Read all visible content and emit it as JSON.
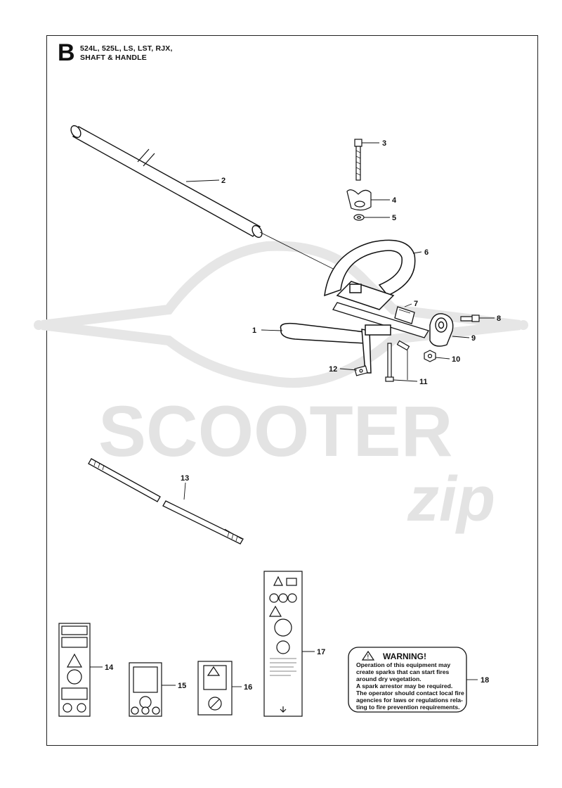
{
  "header": {
    "section_letter": "B",
    "models": "524L, 525L, LS, LST, RJX,",
    "title": "SHAFT & HANDLE"
  },
  "watermark": {
    "brand": "SCOOTER",
    "suffix": "zip",
    "color": "#e3e3e3"
  },
  "callouts": [
    "1",
    "2",
    "3",
    "4",
    "5",
    "6",
    "7",
    "8",
    "9",
    "10",
    "11",
    "12",
    "13",
    "14",
    "15",
    "16",
    "17",
    "18"
  ],
  "warning_label": {
    "heading": "WARNING!",
    "lines": [
      "Operation of this equipment may",
      "create sparks that can start fires",
      "around dry vegetation.",
      "A spark arrestor may be required.",
      "The operator should contact local fire",
      "agencies for laws or regulations rela-",
      "ting to fire prevention requirements."
    ]
  }
}
